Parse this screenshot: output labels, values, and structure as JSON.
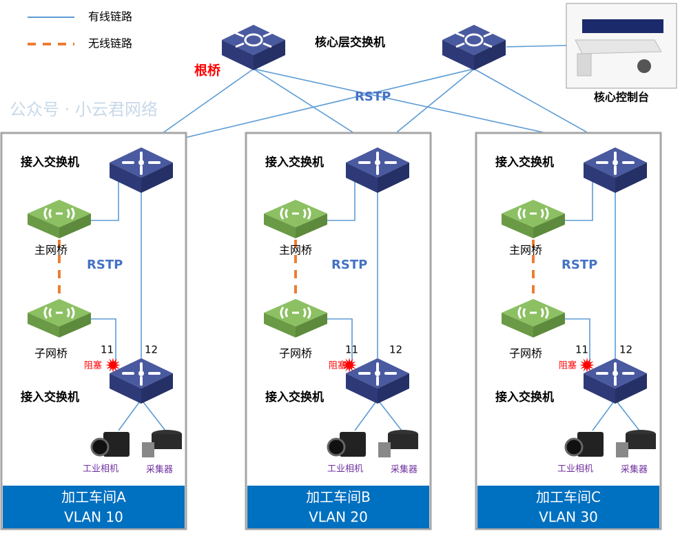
{
  "legend": {
    "wired": {
      "label": "有线链路",
      "color": "#5b9bd5"
    },
    "wireless": {
      "label": "无线链路",
      "color": "#ed7d31"
    }
  },
  "core": {
    "label": "核心层交换机",
    "root_bridge_label": "根桥",
    "rstp_label": "RSTP",
    "console_label": "核心控制台"
  },
  "colors": {
    "link": "#5b9bd5",
    "switch": "#3b4a8c",
    "bridge": "#7fb55a",
    "footer": "#0070c0",
    "blocked": "#ff0000",
    "device_label": "#7030a0",
    "rstp": "#4472c4"
  },
  "workshops": [
    {
      "top_switch_label": "接入交换机",
      "main_bridge": "主网桥",
      "sub_bridge": "子网桥",
      "rstp": "RSTP",
      "port_a": "11",
      "port_b": "12",
      "blocked": "阻塞",
      "bottom_switch_label": "接入交换机",
      "camera": "工业相机",
      "collector": "采集器",
      "name": "加工车间A",
      "vlan": "VLAN 10"
    },
    {
      "top_switch_label": "接入交换机",
      "main_bridge": "主网桥",
      "sub_bridge": "子网桥",
      "rstp": "RSTP",
      "port_a": "11",
      "port_b": "12",
      "blocked": "阻塞",
      "bottom_switch_label": "接入交换机",
      "camera": "工业相机",
      "collector": "采集器",
      "name": "加工车间B",
      "vlan": "VLAN 20"
    },
    {
      "top_switch_label": "接入交换机",
      "main_bridge": "主网桥",
      "sub_bridge": "子网桥",
      "rstp": "RSTP",
      "port_a": "11",
      "port_b": "12",
      "blocked": "阻塞",
      "bottom_switch_label": "接入交换机",
      "camera": "工业相机",
      "collector": "采集器",
      "name": "加工车间C",
      "vlan": "VLAN 30"
    }
  ],
  "watermark": "公众号 · 小云君网络"
}
